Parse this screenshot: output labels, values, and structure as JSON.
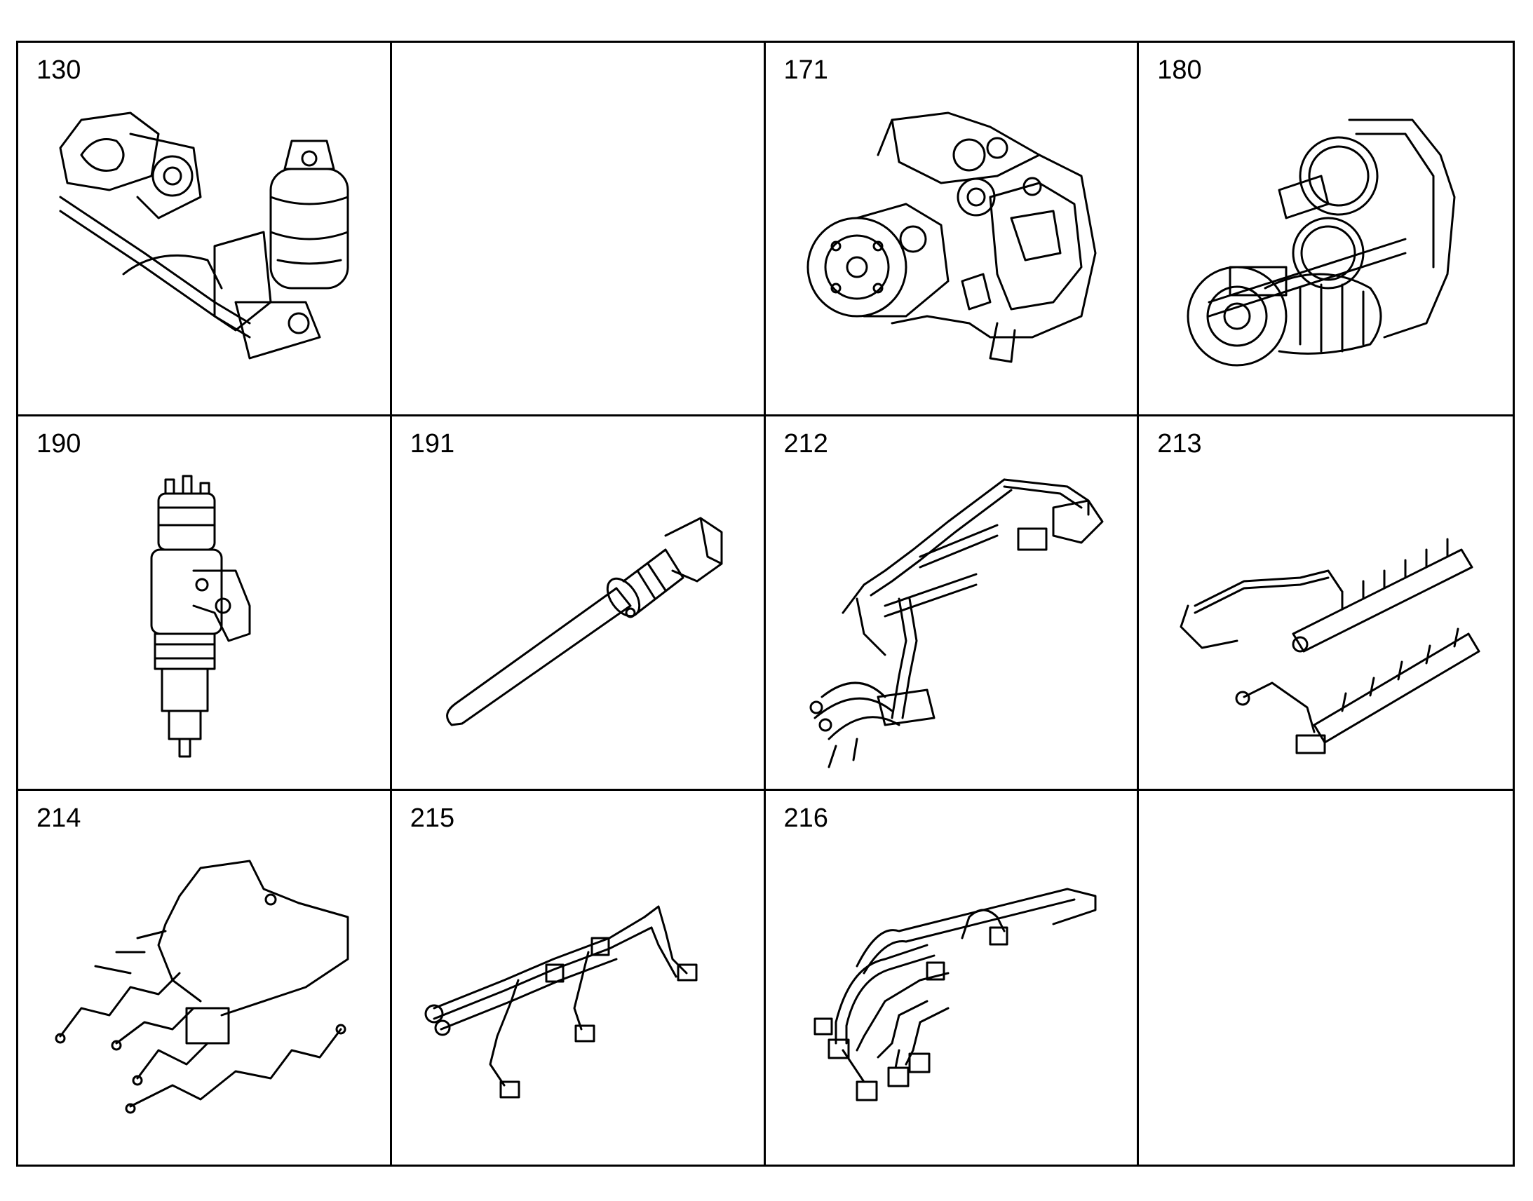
{
  "cells": [
    {
      "number": "130",
      "icon": "fuel-filter-housing-assembly-icon"
    },
    {
      "number": "",
      "icon": ""
    },
    {
      "number": "171",
      "icon": "fuel-injection-pump-icon"
    },
    {
      "number": "180",
      "icon": "pump-drive-gear-assembly-icon"
    },
    {
      "number": "190",
      "icon": "fuel-injector-icon"
    },
    {
      "number": "191",
      "icon": "injector-connector-tube-icon"
    },
    {
      "number": "212",
      "icon": "fuel-line-harness-icon"
    },
    {
      "number": "213",
      "icon": "fuel-rail-icon"
    },
    {
      "number": "214",
      "icon": "wiring-harness-icon"
    },
    {
      "number": "215",
      "icon": "injector-harness-icon"
    },
    {
      "number": "216",
      "icon": "injector-harness-icon"
    },
    {
      "number": "",
      "icon": ""
    }
  ]
}
